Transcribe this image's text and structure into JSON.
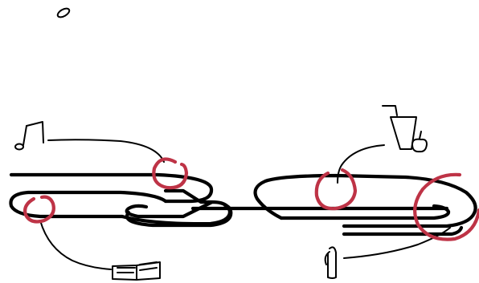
{
  "ink_color": "#000000",
  "highlight_color": "#be3346",
  "background_color": "#ffffff",
  "icons": [
    {
      "name": "music-note-icon"
    },
    {
      "name": "open-book-icon"
    },
    {
      "name": "drink-cup-with-straw-icon"
    },
    {
      "name": "apple-icon"
    },
    {
      "name": "ballet-shoe-icon"
    }
  ],
  "highlight_circles": [
    {
      "name": "highlight-circle-music"
    },
    {
      "name": "highlight-circle-book"
    },
    {
      "name": "highlight-circle-drink"
    },
    {
      "name": "highlight-circle-shoe"
    }
  ]
}
